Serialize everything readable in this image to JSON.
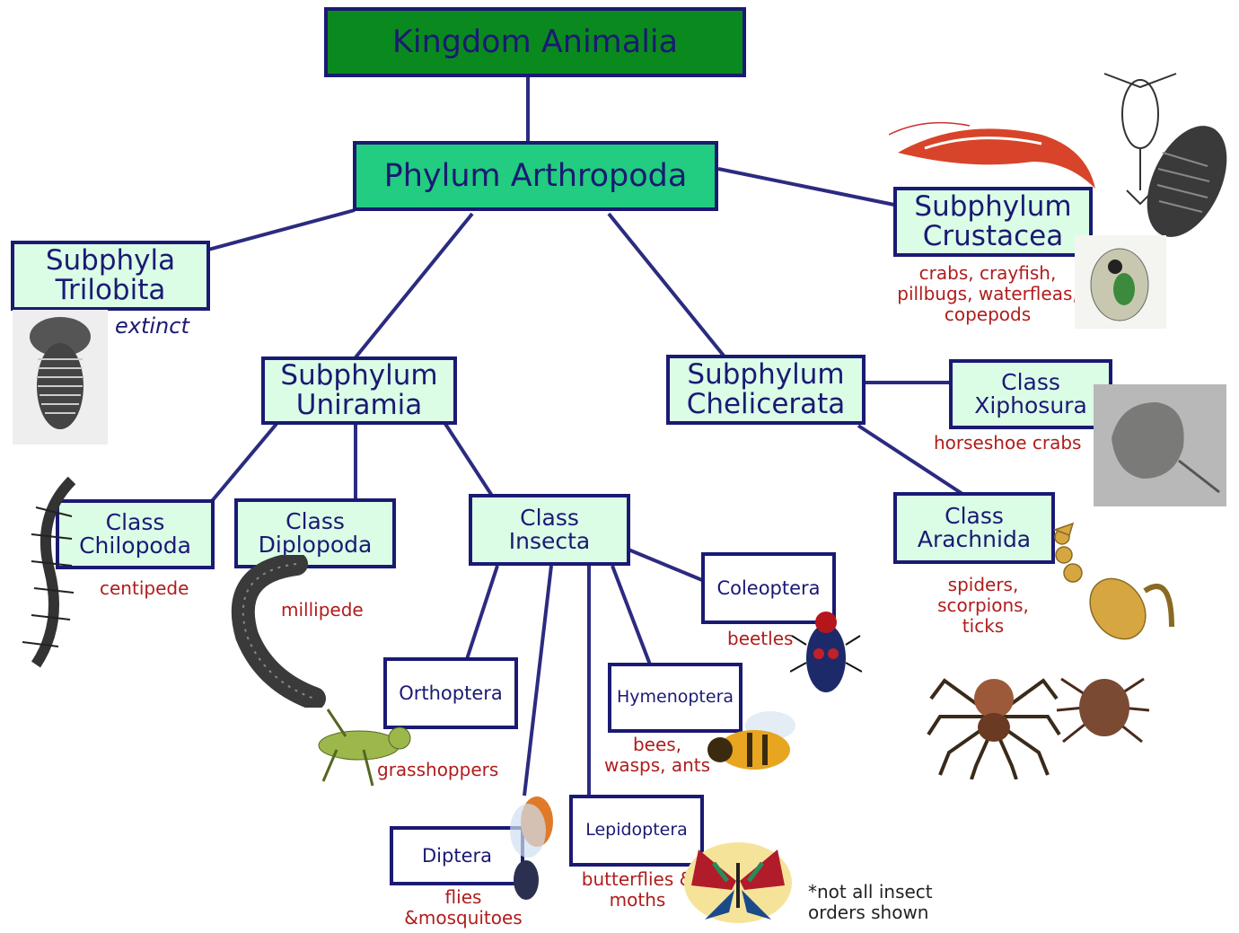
{
  "kingdom": "Kingdom Animalia",
  "phylum": "Phylum Arthropoda",
  "trilobita": {
    "line1": "Subphyla",
    "line2": "Trilobita",
    "note": "extinct"
  },
  "crustacea": {
    "line1": "Subphylum",
    "line2": "Crustacea",
    "note1": "crabs, crayfish,",
    "note2": "pillbugs, waterfleas,",
    "note3": "copepods"
  },
  "uniramia": {
    "line1": "Subphylum",
    "line2": "Uniramia"
  },
  "chelicerata": {
    "line1": "Subphylum",
    "line2": "Chelicerata"
  },
  "xiphosura": {
    "line1": "Class",
    "line2": "Xiphosura",
    "note": "horseshoe crabs"
  },
  "arachnida": {
    "line1": "Class",
    "line2": "Arachnida",
    "note1": "spiders,",
    "note2": "scorpions,",
    "note3": "ticks"
  },
  "chilopoda": {
    "line1": "Class",
    "line2": "Chilopoda",
    "note": "centipede"
  },
  "diplopoda": {
    "line1": "Class",
    "line2": "Diplopoda",
    "note": "millipede"
  },
  "insecta": {
    "line1": "Class",
    "line2": "Insecta"
  },
  "coleoptera": {
    "label": "Coleoptera",
    "note": "beetles"
  },
  "orthoptera": {
    "label": "Orthoptera",
    "note": "grasshoppers"
  },
  "hymenoptera": {
    "label": "Hymenoptera",
    "note1": "bees,",
    "note2": "wasps, ants"
  },
  "diptera": {
    "label": "Diptera",
    "note1": "flies",
    "note2": "&mosquitoes"
  },
  "lepidoptera": {
    "label": "Lepidoptera",
    "note1": "butterflies &",
    "note2": "moths"
  },
  "footnote": {
    "line1": "*not all insect",
    "line2": "orders shown"
  },
  "colors": {
    "line": "#2b2b80",
    "box_border": "#1a1a73",
    "box_fill": "#dbfde6",
    "kingdom_fill": "#0a8a1e",
    "phylum_fill": "#22cc80",
    "note_red": "#b01c1c"
  }
}
